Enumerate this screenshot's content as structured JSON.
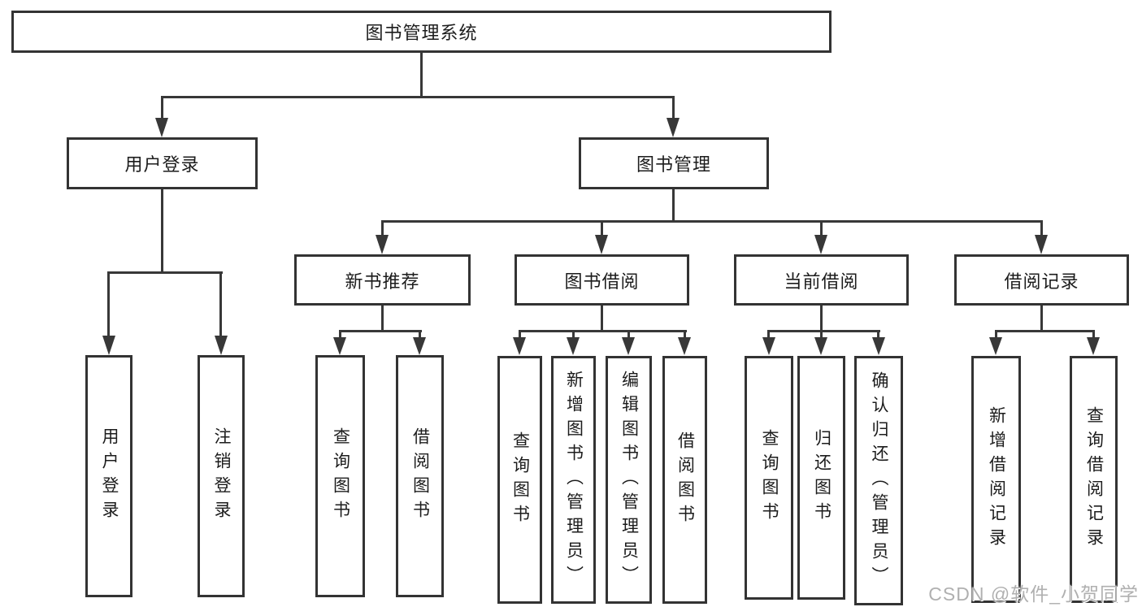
{
  "nodes": {
    "root": "图书管理系统",
    "user_login": "用户登录",
    "book_mgmt": "图书管理",
    "new_book_rec": "新书推荐",
    "book_borrow": "图书借阅",
    "current_borrow": "当前借阅",
    "borrow_records": "借阅记录",
    "leaf_user_login": "用户登录",
    "leaf_logout": "注销登录",
    "leaf_query_book_1": "查询图书",
    "leaf_borrow_book_1": "借阅图书",
    "leaf_query_book_2": "查询图书",
    "leaf_add_book": "新增图书（管理员）",
    "leaf_edit_book": "编辑图书（管理员）",
    "leaf_borrow_book_2": "借阅图书",
    "leaf_query_book_3": "查询图书",
    "leaf_return_book": "归还图书",
    "leaf_confirm_return": "确认归还（管理员）",
    "leaf_add_record": "新增借阅记录",
    "leaf_query_record": "查询借阅记录"
  },
  "hierarchy": {
    "图书管理系统": {
      "用户登录": [
        "用户登录",
        "注销登录"
      ],
      "图书管理": {
        "新书推荐": [
          "查询图书",
          "借阅图书"
        ],
        "图书借阅": [
          "查询图书",
          "新增图书（管理员）",
          "编辑图书（管理员）",
          "借阅图书"
        ],
        "当前借阅": [
          "查询图书",
          "归还图书",
          "确认归还（管理员）"
        ],
        "借阅记录": [
          "新增借阅记录",
          "查询借阅记录"
        ]
      }
    }
  },
  "watermark": {
    "text": "CSDN @软件_小贺同学"
  },
  "colors": {
    "line": "#383838",
    "box_border": "#333333",
    "text": "#1c1c1c",
    "watermark": "#b0b0b0",
    "background": "#ffffff"
  }
}
